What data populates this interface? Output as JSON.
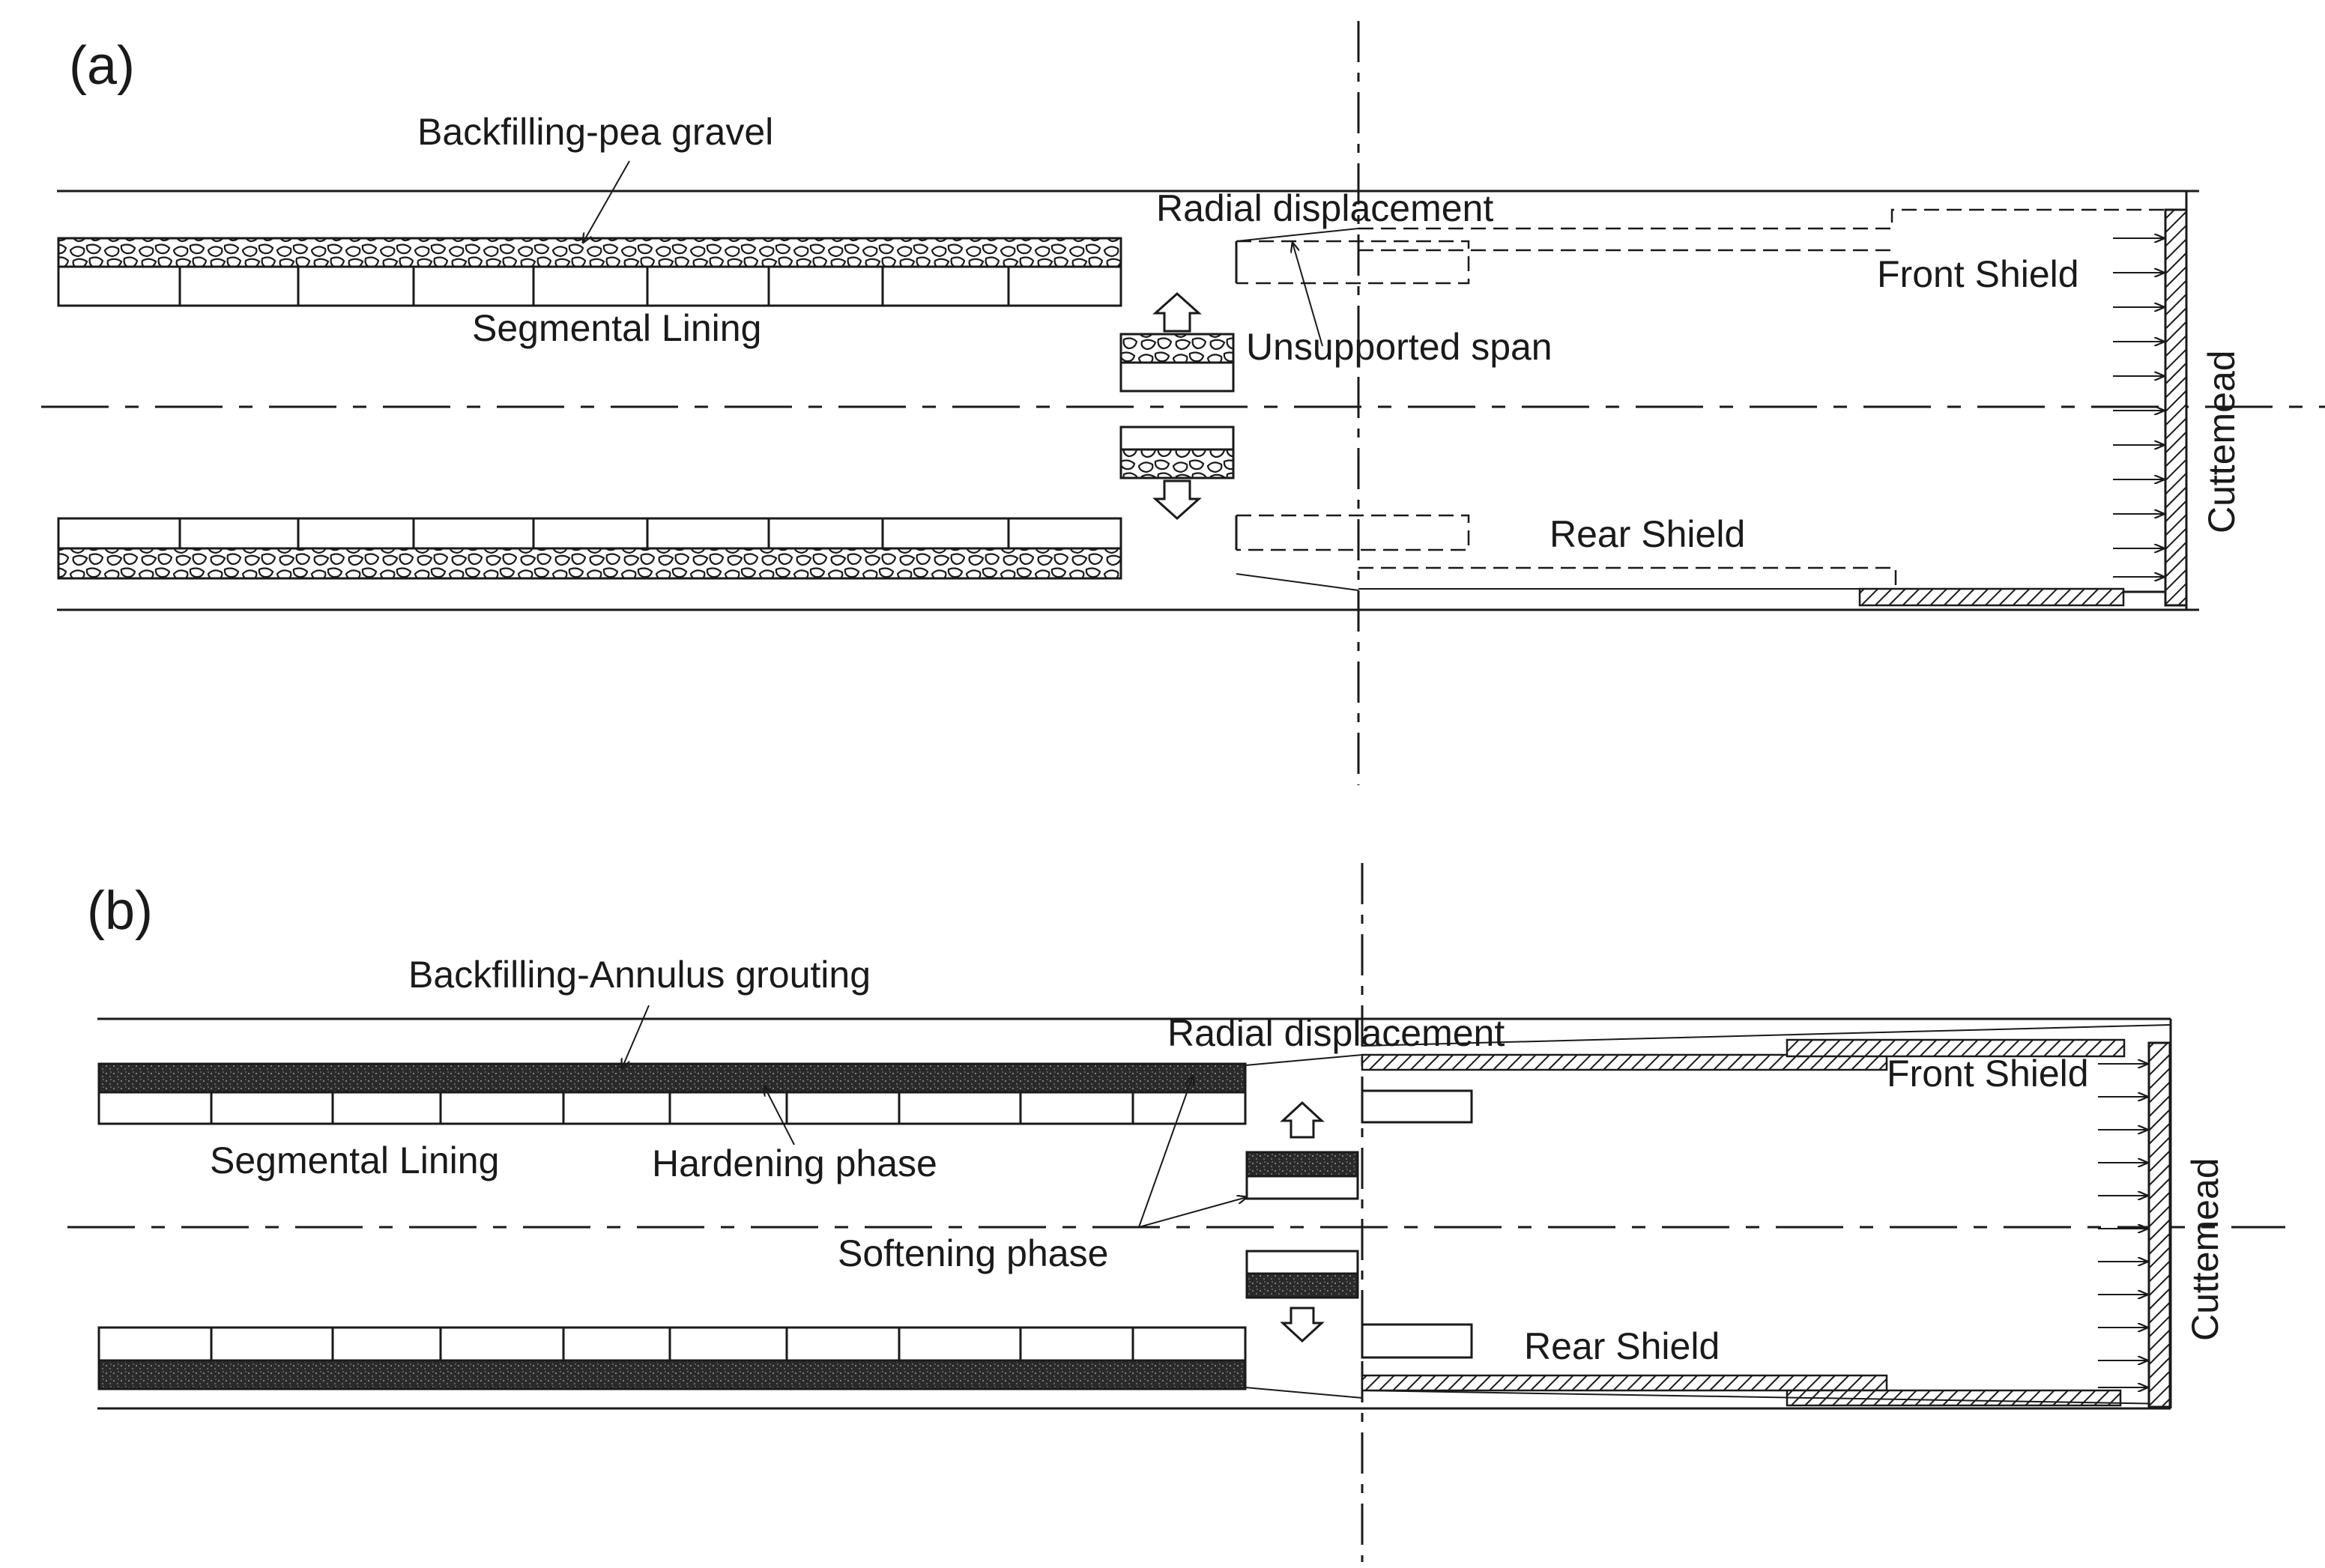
{
  "colors": {
    "line": "#1a1a1a",
    "grout": "#2a2a2a",
    "background": "#ffffff"
  },
  "panel_a": {
    "tag": "(a)",
    "backfill_label": "Backfilling-pea gravel",
    "radial_label": "Radial displacement",
    "front_shield": "Front Shield",
    "lining_label": "Segmental Lining",
    "unsupported_label": "Unsupported span",
    "rear_shield": "Rear Shield",
    "cutterhead": "Cuttemead"
  },
  "panel_b": {
    "tag": "(b)",
    "backfill_label": "Backfilling-Annulus grouting",
    "radial_label": "Radial displacement",
    "front_shield": "Front Shield",
    "lining_label": "Segmental Lining",
    "hardening_label": "Hardening phase",
    "softening_label": "Softening phase",
    "rear_shield": "Rear Shield",
    "cutterhead": "Cuttemead"
  }
}
